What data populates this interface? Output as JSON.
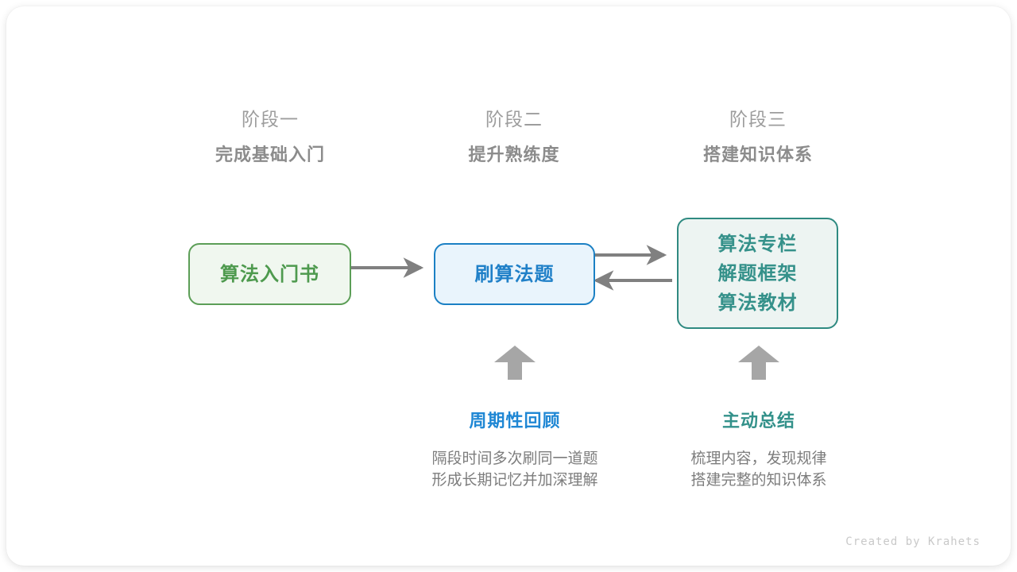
{
  "canvas": {
    "background": "#ffffff",
    "card_background": "#ffffff"
  },
  "palette": {
    "green": "#4e9a4e",
    "green_border": "#5c9e57",
    "green_fill": "#f0f7ef",
    "blue": "#2080c8",
    "blue_border": "#1b80c4",
    "blue_fill": "#e9f4fc",
    "blue_accent": "#1f87d4",
    "teal": "#35918a",
    "teal_border": "#2f8a81",
    "teal_fill": "#edf4f2",
    "arrow_gray": "#808080",
    "block_arrow_gray": "#a6a6a6",
    "heading_gray": "#9d9d9d",
    "subheading_gray": "#8c8c8c",
    "body_gray": "#7d7d7d",
    "watermark_gray": "#c9c9c9"
  },
  "phases": [
    {
      "title": "阶段一",
      "subtitle": "完成基础入门"
    },
    {
      "title": "阶段二",
      "subtitle": "提升熟练度"
    },
    {
      "title": "阶段三",
      "subtitle": "搭建知识体系"
    }
  ],
  "nodes": [
    {
      "id": "book",
      "lines": [
        "算法入门书"
      ]
    },
    {
      "id": "practice",
      "lines": [
        "刷算法题"
      ]
    },
    {
      "id": "knowledge",
      "lines": [
        "算法专栏",
        "解题框架",
        "算法教材"
      ]
    }
  ],
  "connectors": [
    {
      "id": "book-to-practice",
      "direction": "right"
    },
    {
      "id": "practice-to-knowledge",
      "direction": "right"
    },
    {
      "id": "knowledge-to-practice",
      "direction": "left"
    },
    {
      "id": "review-up-arrow",
      "direction": "up"
    },
    {
      "id": "summary-up-arrow",
      "direction": "up"
    }
  ],
  "notes": [
    {
      "id": "review",
      "title": "周期性回顾",
      "body_lines": [
        "隔段时间多次刷同一道题",
        "形成长期记忆并加深理解"
      ]
    },
    {
      "id": "summary",
      "title": "主动总结",
      "body_lines": [
        "梳理内容，发现规律",
        "搭建完整的知识体系"
      ]
    }
  ],
  "watermark": "Created by Krahets"
}
